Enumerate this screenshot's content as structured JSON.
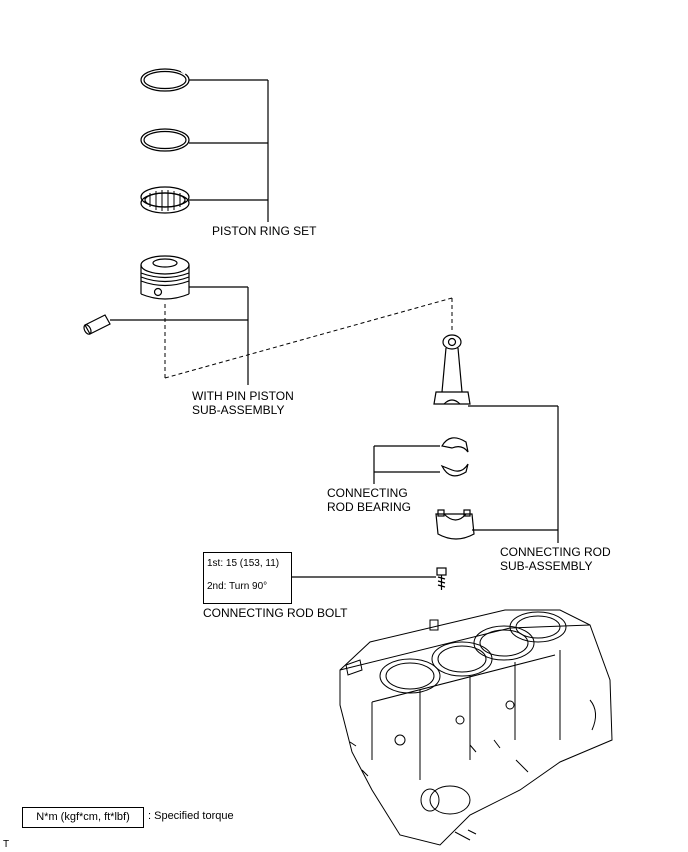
{
  "parts": {
    "piston_ring_set": "PISTON RING SET",
    "piston_line1": "WITH PIN PISTON",
    "piston_line2": "SUB-ASSEMBLY",
    "bearing_line1": "CONNECTING",
    "bearing_line2": "ROD BEARING",
    "rod_line1": "CONNECTING ROD",
    "rod_line2": "SUB-ASSEMBLY",
    "rod_bolt": "CONNECTING ROD BOLT"
  },
  "torque": {
    "step1": "1st: 15 (153, 11)",
    "step2": "2nd: Turn 90°"
  },
  "legend": {
    "unit_box": "N*m (kgf*cm, ft*lbf)",
    "description": ": Specified torque"
  },
  "corner_mark": "T"
}
